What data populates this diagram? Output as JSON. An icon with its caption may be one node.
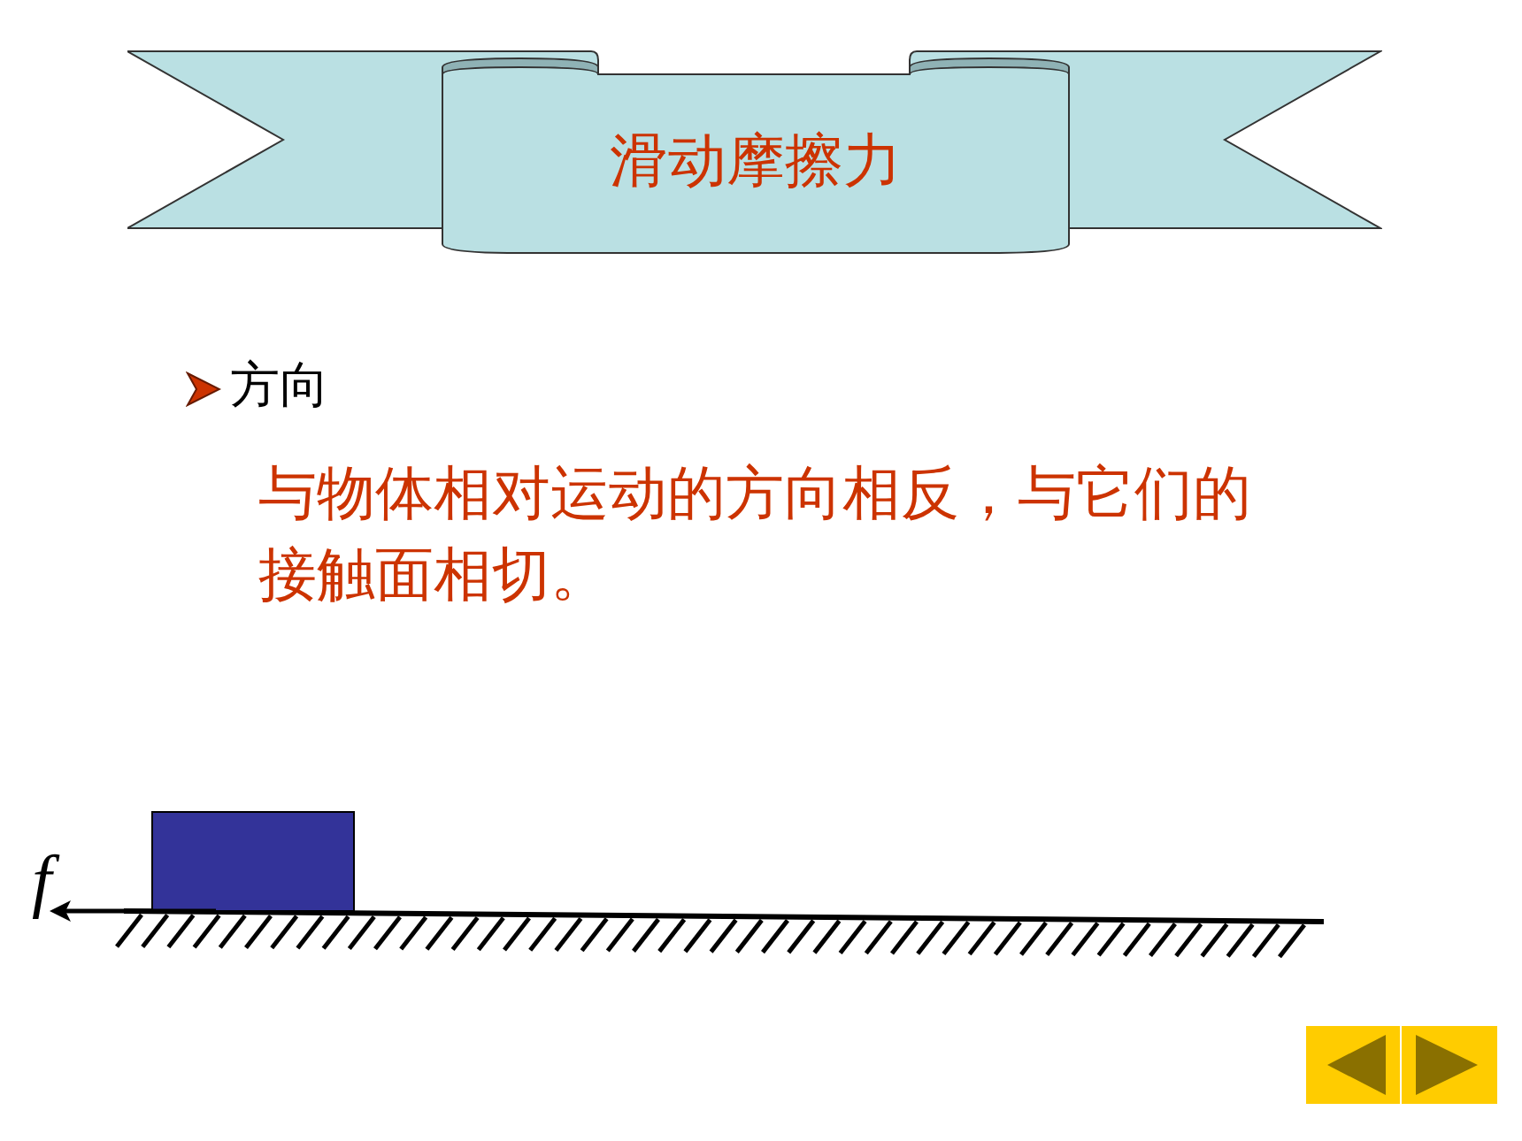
{
  "diagram": {
    "nodes": [
      {
        "text": [
          "滑动摩擦力"
        ]
      }
    ],
    "labels": [
      "方向",
      "与物体相对运动的方向相反，与它们的接触面相切。",
      "f"
    ]
  }
}
